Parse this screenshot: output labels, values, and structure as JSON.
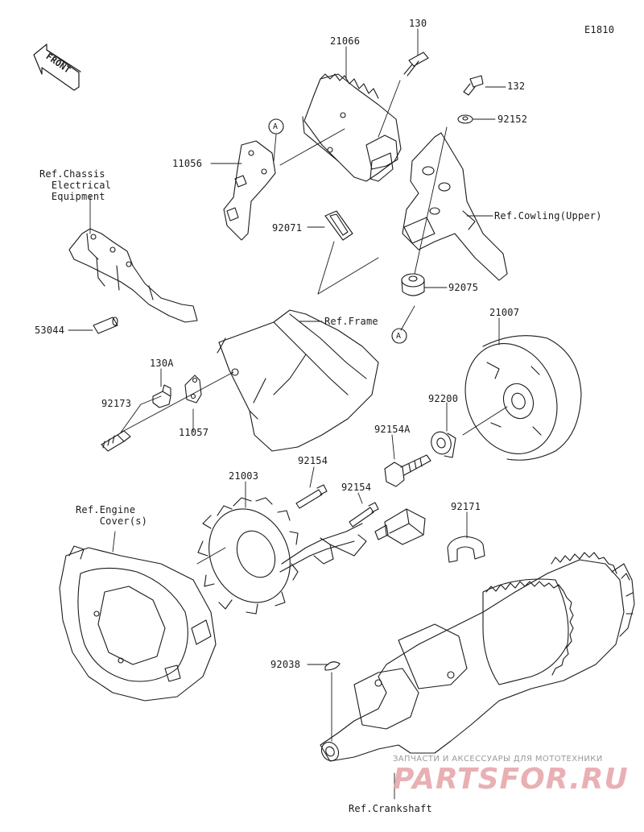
{
  "diagram_code": "E1810",
  "front_label": "FRONT",
  "callouts": {
    "c130": "130",
    "c21066": "21066",
    "c132": "132",
    "c92152": "92152",
    "c11056": "11056",
    "refA1": "A",
    "refChassis": "Ref.Chassis\n  Electrical\n  Equipment",
    "c92071": "92071",
    "refCowling": "Ref.Cowling(Upper)",
    "c92075": "92075",
    "c53044": "53044",
    "refFrame": "Ref.Frame",
    "refA2": "A",
    "c21007": "21007",
    "c130A": "130A",
    "c92173": "92173",
    "c11057": "11057",
    "c92200": "92200",
    "c92154A": "92154A",
    "c21003": "21003",
    "c92154a": "92154",
    "c92154b": "92154",
    "refEngineCover": "Ref.Engine\n    Cover(s)",
    "c92171": "92171",
    "c92038": "92038",
    "refCrankshaft": "Ref.Crankshaft"
  },
  "watermark": {
    "tagline": "ЗАПЧАСТИ И АКСЕССУАРЫ ДЛЯ МОТОТЕХНИКИ",
    "logo": "PARTSFOR.RU"
  },
  "colors": {
    "ink": "#1a1a1a",
    "watermark_red": "#e6a3a8",
    "watermark_grey": "#9a9a9a"
  }
}
